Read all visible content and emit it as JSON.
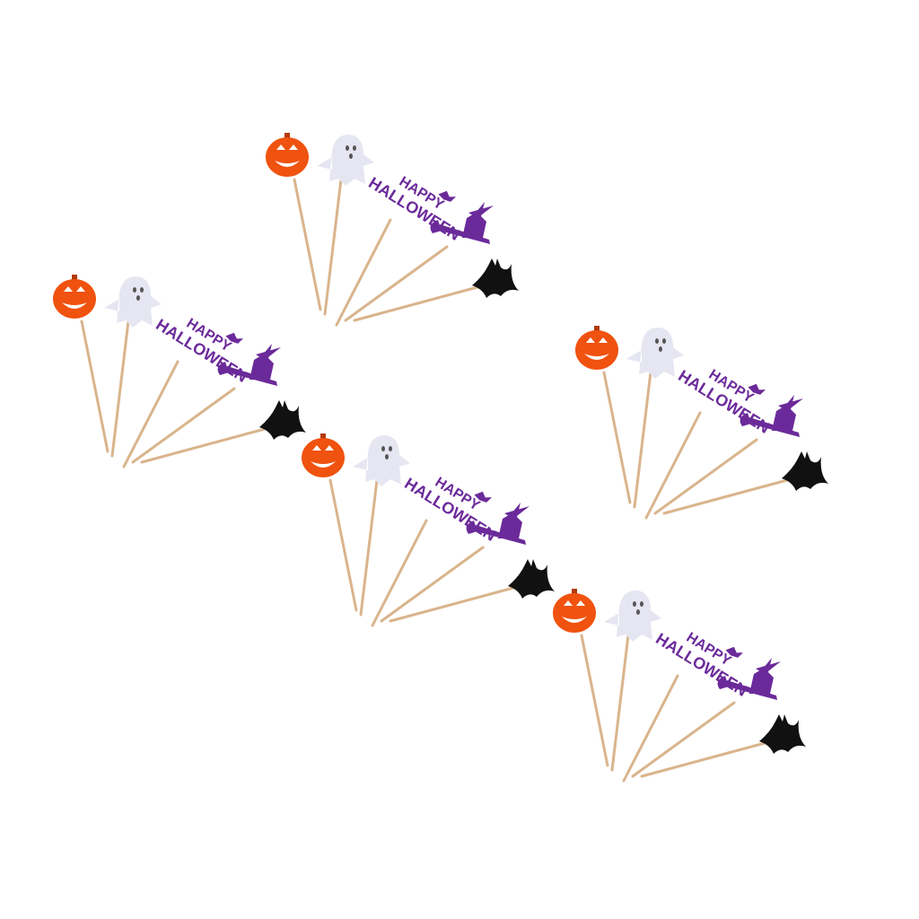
{
  "product": {
    "set_count": 5,
    "toppers": [
      "pumpkin",
      "ghost",
      "happy-halloween-text",
      "witch",
      "bat"
    ],
    "sign_line1": "HAPPY",
    "sign_line2": "HALLOWEEN"
  },
  "colors": {
    "background": "#ffffff",
    "pumpkin": "#f0520f",
    "ghost": "#e6e6f2",
    "purple": "#6b2a9a",
    "bat": "#111111",
    "stick": "#d9b48c"
  }
}
